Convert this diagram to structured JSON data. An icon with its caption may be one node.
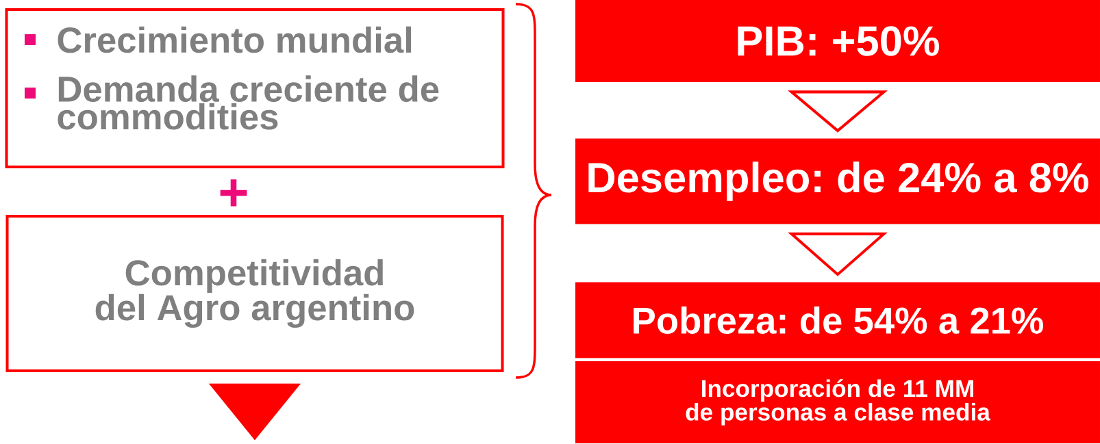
{
  "diagram": {
    "nodes": [
      {
        "text": [
          "Crecimiento mundial",
          "Demanda creciente de commodities"
        ]
      },
      {
        "text": [
          "Competitividad del Agro argentino"
        ]
      },
      {
        "text": [
          "PIB: +50%"
        ]
      },
      {
        "text": [
          "Desempleo: de 24% a 8%"
        ]
      },
      {
        "text": [
          "Pobreza: de 54% a 21%"
        ]
      },
      {
        "text": [
          "Incorporación de 11 MM de personas a clase media"
        ]
      }
    ],
    "edges": [
      {
        "from": 2,
        "to": 3,
        "arrow": "to"
      },
      {
        "from": 3,
        "to": 4,
        "arrow": "to"
      },
      {
        "from": 1,
        "to": null,
        "arrow": "to"
      }
    ],
    "labels": [
      "+"
    ]
  }
}
